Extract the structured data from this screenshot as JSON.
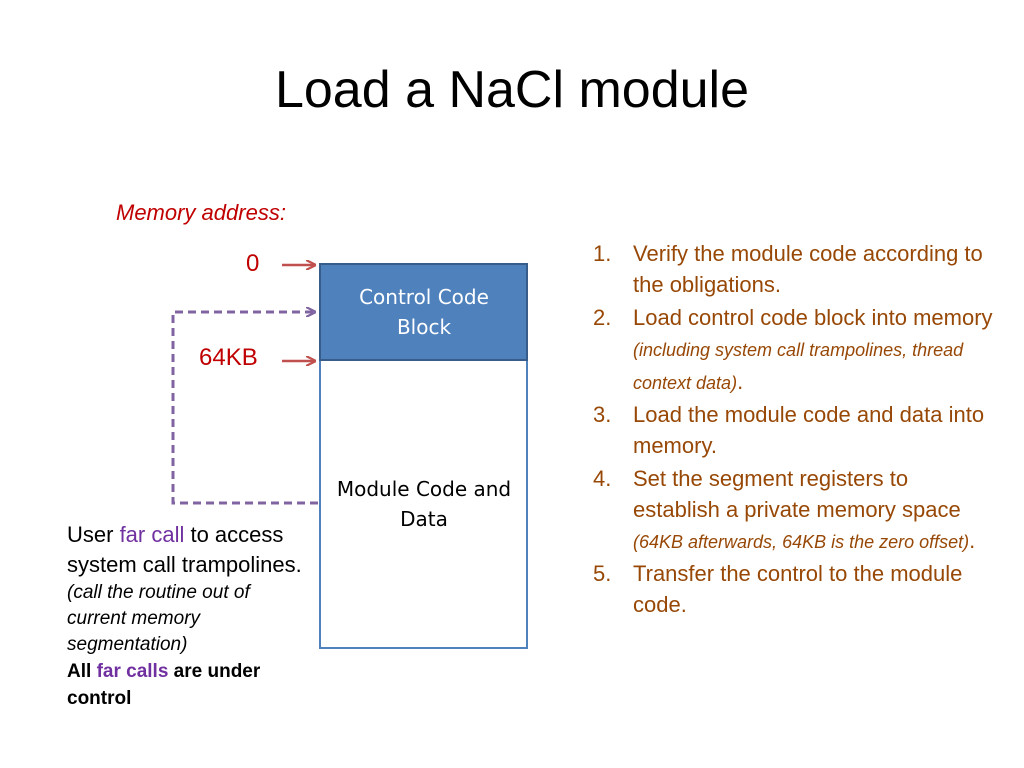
{
  "title": "Load a NaCl module",
  "memory_label": "Memory address:",
  "addresses": {
    "zero": "0",
    "kb64": "64KB"
  },
  "blocks": {
    "control_code": {
      "line1": "Control Code",
      "line2": "Block"
    },
    "module_code": {
      "line1": "Module Code and",
      "line2": "Data"
    }
  },
  "left_note": {
    "pre": "User ",
    "far_call": "far call",
    "post": " to access system call trampolines.",
    "italic": "(call the routine out of current memory segmentation)",
    "bold_pre": "All ",
    "bold_far": "far calls",
    "bold_post": " are under control"
  },
  "steps": [
    {
      "num": "1.",
      "text": "Verify the module code according to the obligations.",
      "small": "",
      "tail": ""
    },
    {
      "num": "2.",
      "text": "Load control code block into memory ",
      "small": "(including system call trampolines, thread context data)",
      "tail": "."
    },
    {
      "num": "3.",
      "text": "Load the module code and data into memory.",
      "small": "",
      "tail": ""
    },
    {
      "num": "4.",
      "text": "Set the segment registers to establish a private memory space ",
      "small": "(64KB afterwards, 64KB is the zero offset)",
      "tail": "."
    },
    {
      "num": "5.",
      "text": "Transfer the control to the module code.",
      "small": "",
      "tail": ""
    }
  ],
  "colors": {
    "control_block_fill": "#4f81bd",
    "block_border": "#385d8a",
    "arrow": "#c0504d",
    "dashed_arrow": "#8064a2",
    "address_text": "#c00000",
    "steps_text": "#984806",
    "far_call": "#7030a0"
  }
}
